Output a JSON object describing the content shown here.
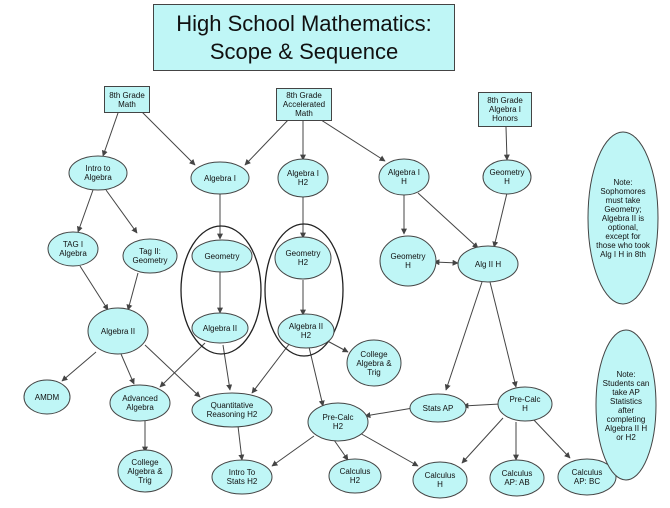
{
  "title": {
    "line1": "High School Mathematics:",
    "line2": "Scope & Sequence"
  },
  "boxes": {
    "grade8": {
      "line1": "8th Grade",
      "line2": "Math"
    },
    "grade8accel": {
      "line1": "8th Grade",
      "line2": "Accelerated",
      "line3": "Math"
    },
    "grade8honors": {
      "line1": "8th Grade",
      "line2": "Algebra I",
      "line3": "Honors"
    }
  },
  "nodes": {
    "intro_algebra": {
      "line1": "Intro to",
      "line2": "Algebra"
    },
    "algebra1": {
      "line1": "Algebra I"
    },
    "algebra1_h2": {
      "line1": "Algebra I",
      "line2": "H2"
    },
    "algebra1_h": {
      "line1": "Algebra I",
      "line2": "H"
    },
    "geometry_h": {
      "line1": "Geometry",
      "line2": "H"
    },
    "tag1_algebra": {
      "line1": "TAG I",
      "line2": "Algebra"
    },
    "tag2_geometry": {
      "line1": "Tag II:",
      "line2": "Geometry"
    },
    "geometry": {
      "line1": "Geometry"
    },
    "geometry_h2": {
      "line1": "Geometry",
      "line2": "H2"
    },
    "geometry_h_left": {
      "line1": "Geometry",
      "line2": "H"
    },
    "alg2_h": {
      "line1": "Alg II H"
    },
    "algebra2": {
      "line1": "Algebra II"
    },
    "algebra2_mid": {
      "line1": "Algebra II"
    },
    "algebra2_h2": {
      "line1": "Algebra II",
      "line2": "H2"
    },
    "college_alg_top": {
      "line1": "College",
      "line2": "Algebra &",
      "line3": "Trig"
    },
    "amdm": {
      "line1": "AMDM"
    },
    "adv_algebra": {
      "line1": "Advanced",
      "line2": "Algebra"
    },
    "quant_reasoning": {
      "line1": "Quantitative",
      "line2": "Reasoning H2"
    },
    "precalc_h2": {
      "line1": "Pre-Calc",
      "line2": "H2"
    },
    "stats_ap": {
      "line1": "Stats AP"
    },
    "precalc_h": {
      "line1": "Pre-Calc",
      "line2": "H"
    },
    "college_alg_bot": {
      "line1": "College",
      "line2": "Algebra &",
      "line3": "Trig"
    },
    "intro_stats": {
      "line1": "Intro To",
      "line2": "Stats H2"
    },
    "calc_h2": {
      "line1": "Calculus",
      "line2": "H2"
    },
    "calc_h": {
      "line1": "Calculus",
      "line2": "H"
    },
    "calc_ab": {
      "line1": "Calculus",
      "line2": "AP: AB"
    },
    "calc_bc": {
      "line1": "Calculus",
      "line2": "AP: BC"
    }
  },
  "notes": {
    "note1": {
      "l1": "Note:",
      "l2": "Sophomores",
      "l3": "must take",
      "l4": "Geometry;",
      "l5": "Algebra II is",
      "l6": "optional,",
      "l7": "except for",
      "l8": "those who took",
      "l9": "Alg I H in 8th"
    },
    "note2": {
      "l1": "Note:",
      "l2": "Students can",
      "l3": "take AP",
      "l4": "Statistics",
      "l5": "after",
      "l6": "completing",
      "l7": "Algebra II H",
      "l8": "or H2"
    }
  },
  "colors": {
    "node_fill": "#bff6f6",
    "stroke": "#444444",
    "background": "#ffffff"
  }
}
